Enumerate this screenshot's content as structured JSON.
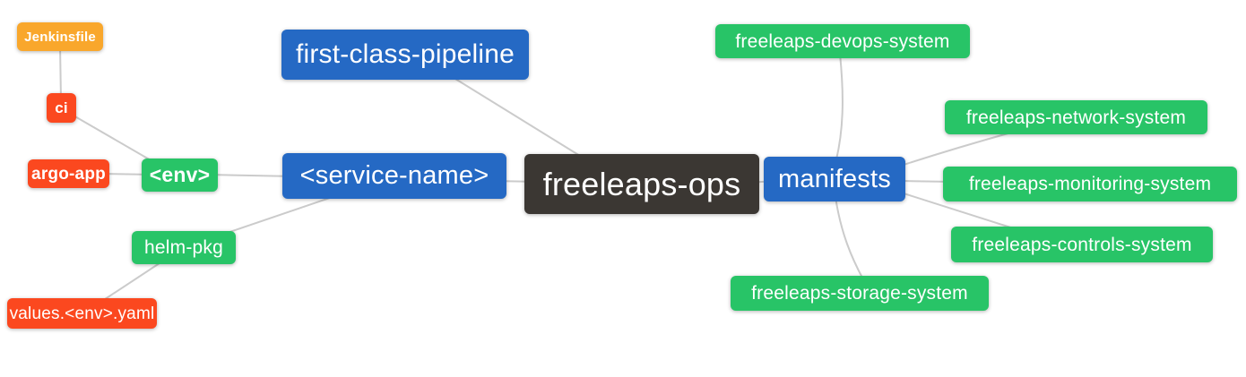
{
  "diagram": {
    "type": "mindmap",
    "root": "freeleaps-ops",
    "colors": {
      "blue_node": "#2569c4",
      "dark_root_node": "#3b3733",
      "green_node": "#28c467",
      "red_node": "#fb481f",
      "orange_node": "#f9a72c",
      "connector": "#cbcbcb",
      "text": "#ffffff",
      "background": "#ffffff"
    },
    "nodes": {
      "root": {
        "label": "freeleaps-ops"
      },
      "pipeline": {
        "label": "first-class-pipeline"
      },
      "service": {
        "label": "<service-name>"
      },
      "env": {
        "label": "<env>"
      },
      "ci": {
        "label": "ci"
      },
      "jenkinsfile": {
        "label": "Jenkinsfile"
      },
      "argo_app": {
        "label": "argo-app"
      },
      "helm_pkg": {
        "label": "helm-pkg"
      },
      "values_yaml": {
        "label": "values.<env>.yaml"
      },
      "manifests": {
        "label": "manifests"
      },
      "devops": {
        "label": "freeleaps-devops-system"
      },
      "network": {
        "label": "freeleaps-network-system"
      },
      "monitoring": {
        "label": "freeleaps-monitoring-system"
      },
      "controls": {
        "label": "freeleaps-controls-system"
      },
      "storage": {
        "label": "freeleaps-storage-system"
      }
    },
    "edges": [
      {
        "from": "jenkinsfile",
        "to": "ci"
      },
      {
        "from": "ci",
        "to": "env"
      },
      {
        "from": "argo_app",
        "to": "env"
      },
      {
        "from": "env",
        "to": "service"
      },
      {
        "from": "service",
        "to": "helm_pkg"
      },
      {
        "from": "helm_pkg",
        "to": "values_yaml"
      },
      {
        "from": "service",
        "to": "root"
      },
      {
        "from": "pipeline",
        "to": "root"
      },
      {
        "from": "root",
        "to": "manifests"
      },
      {
        "from": "manifests",
        "to": "devops"
      },
      {
        "from": "manifests",
        "to": "network"
      },
      {
        "from": "manifests",
        "to": "monitoring"
      },
      {
        "from": "manifests",
        "to": "controls"
      },
      {
        "from": "manifests",
        "to": "storage"
      }
    ]
  }
}
